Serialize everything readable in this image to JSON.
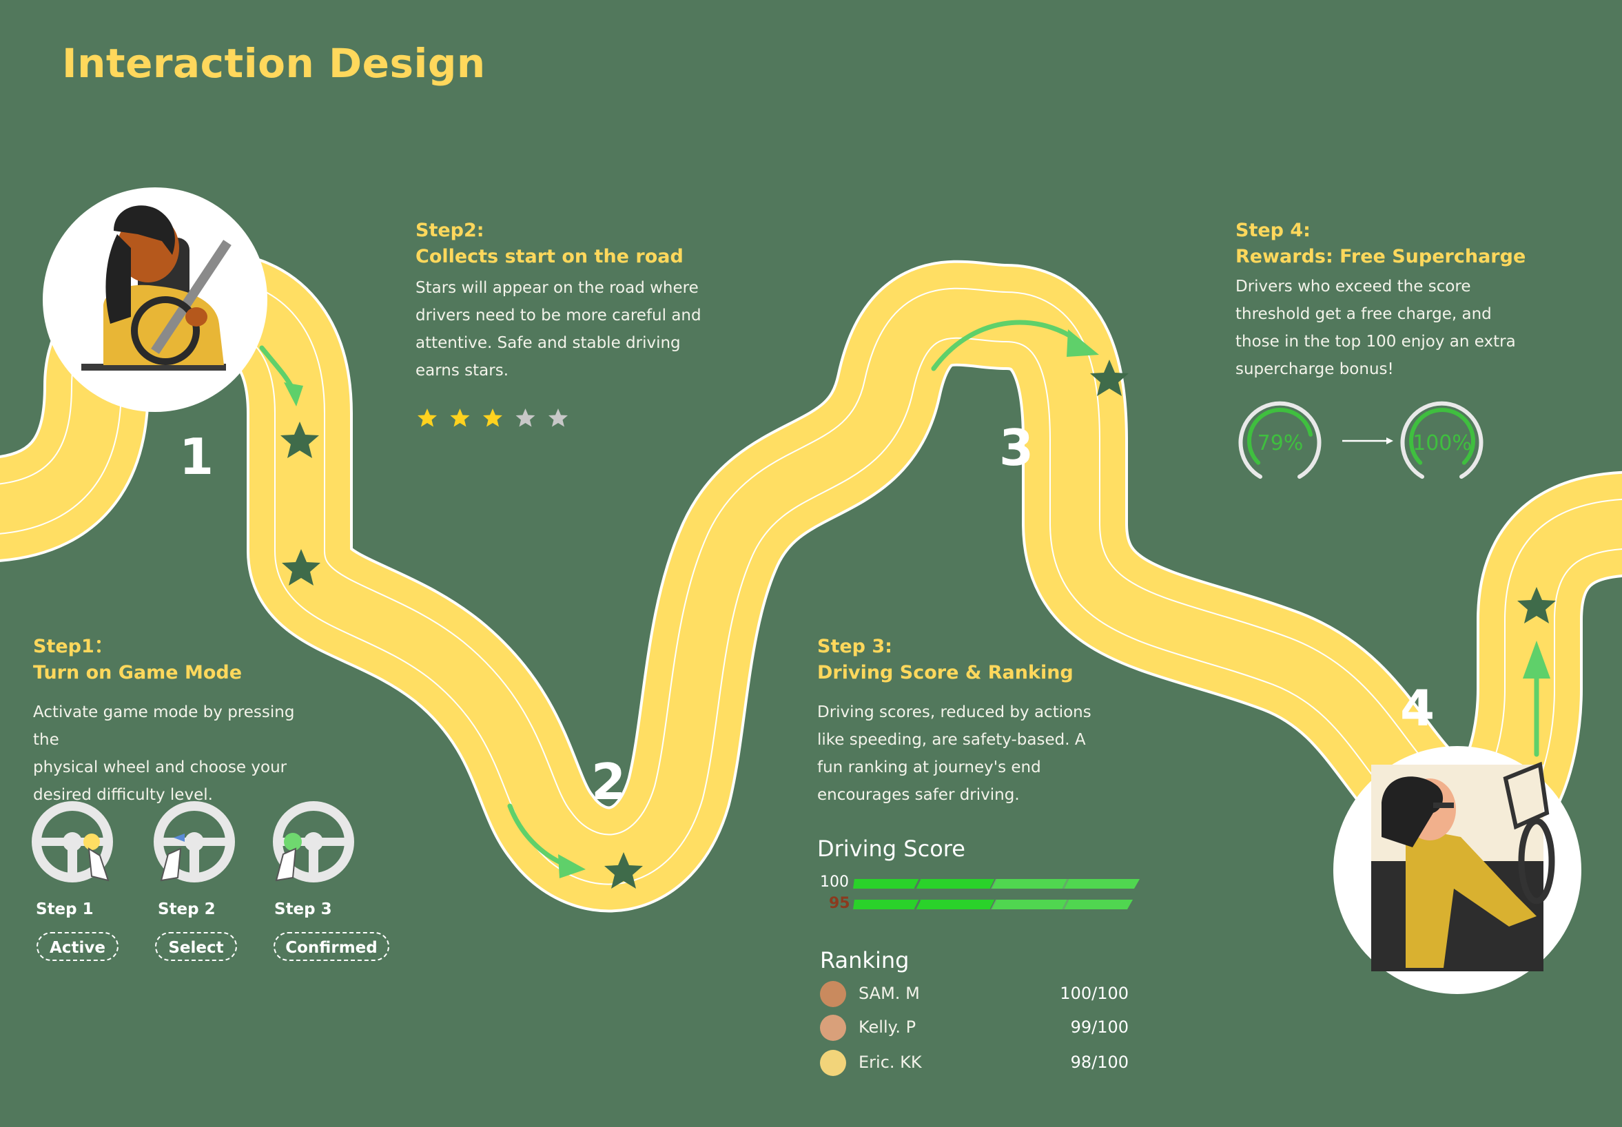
{
  "title": "Interaction Design",
  "step_numbers": [
    "1",
    "2",
    "3",
    "4"
  ],
  "step1": {
    "heading_line1": "Step1：",
    "heading_line2": "Turn on Game Mode",
    "body_lines": [
      "Activate game mode by pressing the",
      "physical wheel and choose your",
      "desired difficulty level."
    ],
    "wheels": [
      {
        "label": "Step 1",
        "badge": "Active"
      },
      {
        "label": "Step 2",
        "badge": "Select"
      },
      {
        "label": "Step 3",
        "badge": "Confirmed"
      }
    ]
  },
  "step2": {
    "heading_line1": "Step2:",
    "heading_line2": "Collects start on the road",
    "body_lines": [
      "Stars will appear on the road where",
      "drivers need to be more careful and",
      "attentive. Safe and stable driving",
      "earns stars."
    ],
    "stars_filled": 3,
    "stars_total": 5
  },
  "step3": {
    "heading_line1": "Step 3:",
    "heading_line2": "Driving Score & Ranking",
    "body_lines": [
      "Driving scores, reduced by actions",
      "like speeding, are safety-based. A",
      "fun ranking at journey's end",
      "encourages safer driving."
    ],
    "score_title": "Driving Score",
    "score_max": "100",
    "score_current": "95",
    "ranking_title": "Ranking",
    "ranking": [
      {
        "name": "SAM. M",
        "score": "100/100"
      },
      {
        "name": "Kelly. P",
        "score": "99/100"
      },
      {
        "name": "Eric. KK",
        "score": "98/100"
      }
    ]
  },
  "step4": {
    "heading_line1": "Step 4:",
    "heading_line2": "Rewards: Free Supercharge",
    "body_lines": [
      "Drivers who exceed the score",
      "threshold get a free charge, and",
      "those in the top 100 enjoy an extra",
      "supercharge bonus!"
    ],
    "gauge_from": "79%",
    "gauge_to": "100%",
    "gauge_from_value": 79,
    "gauge_to_value": 100
  },
  "colors": {
    "background": "#52785c",
    "road": "#ffde63",
    "accent_yellow": "#ffd85c",
    "arrow_green": "#5fd06a",
    "star_dark": "#3f6b4a",
    "gauge_green": "#3fbf3f"
  }
}
